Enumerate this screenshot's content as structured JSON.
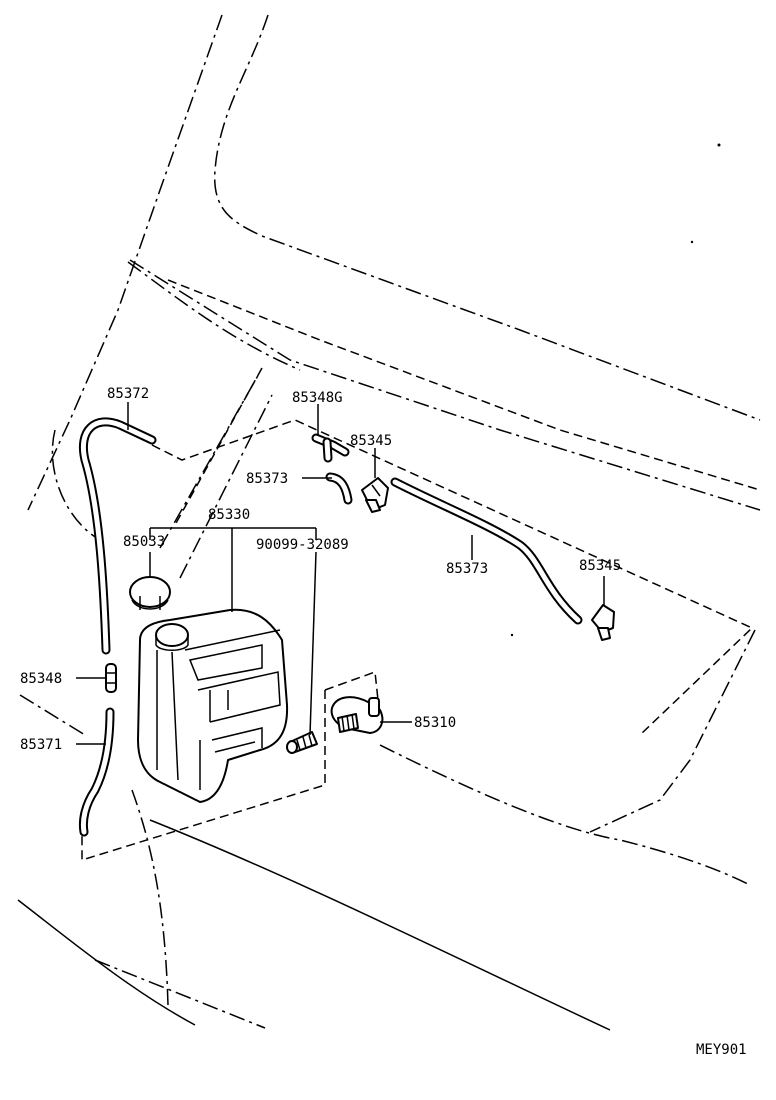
{
  "labels": {
    "p85372": "85372",
    "p85348g": "85348G",
    "p85345_top": "85345",
    "p85373_left": "85373",
    "p85330": "85330",
    "p85033": "85033",
    "p90099": "90099-32089",
    "p85373_right": "85373",
    "p85345_right": "85345",
    "p85348": "85348",
    "p85371": "85371",
    "p85310": "85310"
  },
  "diagram_code": "MEY901"
}
